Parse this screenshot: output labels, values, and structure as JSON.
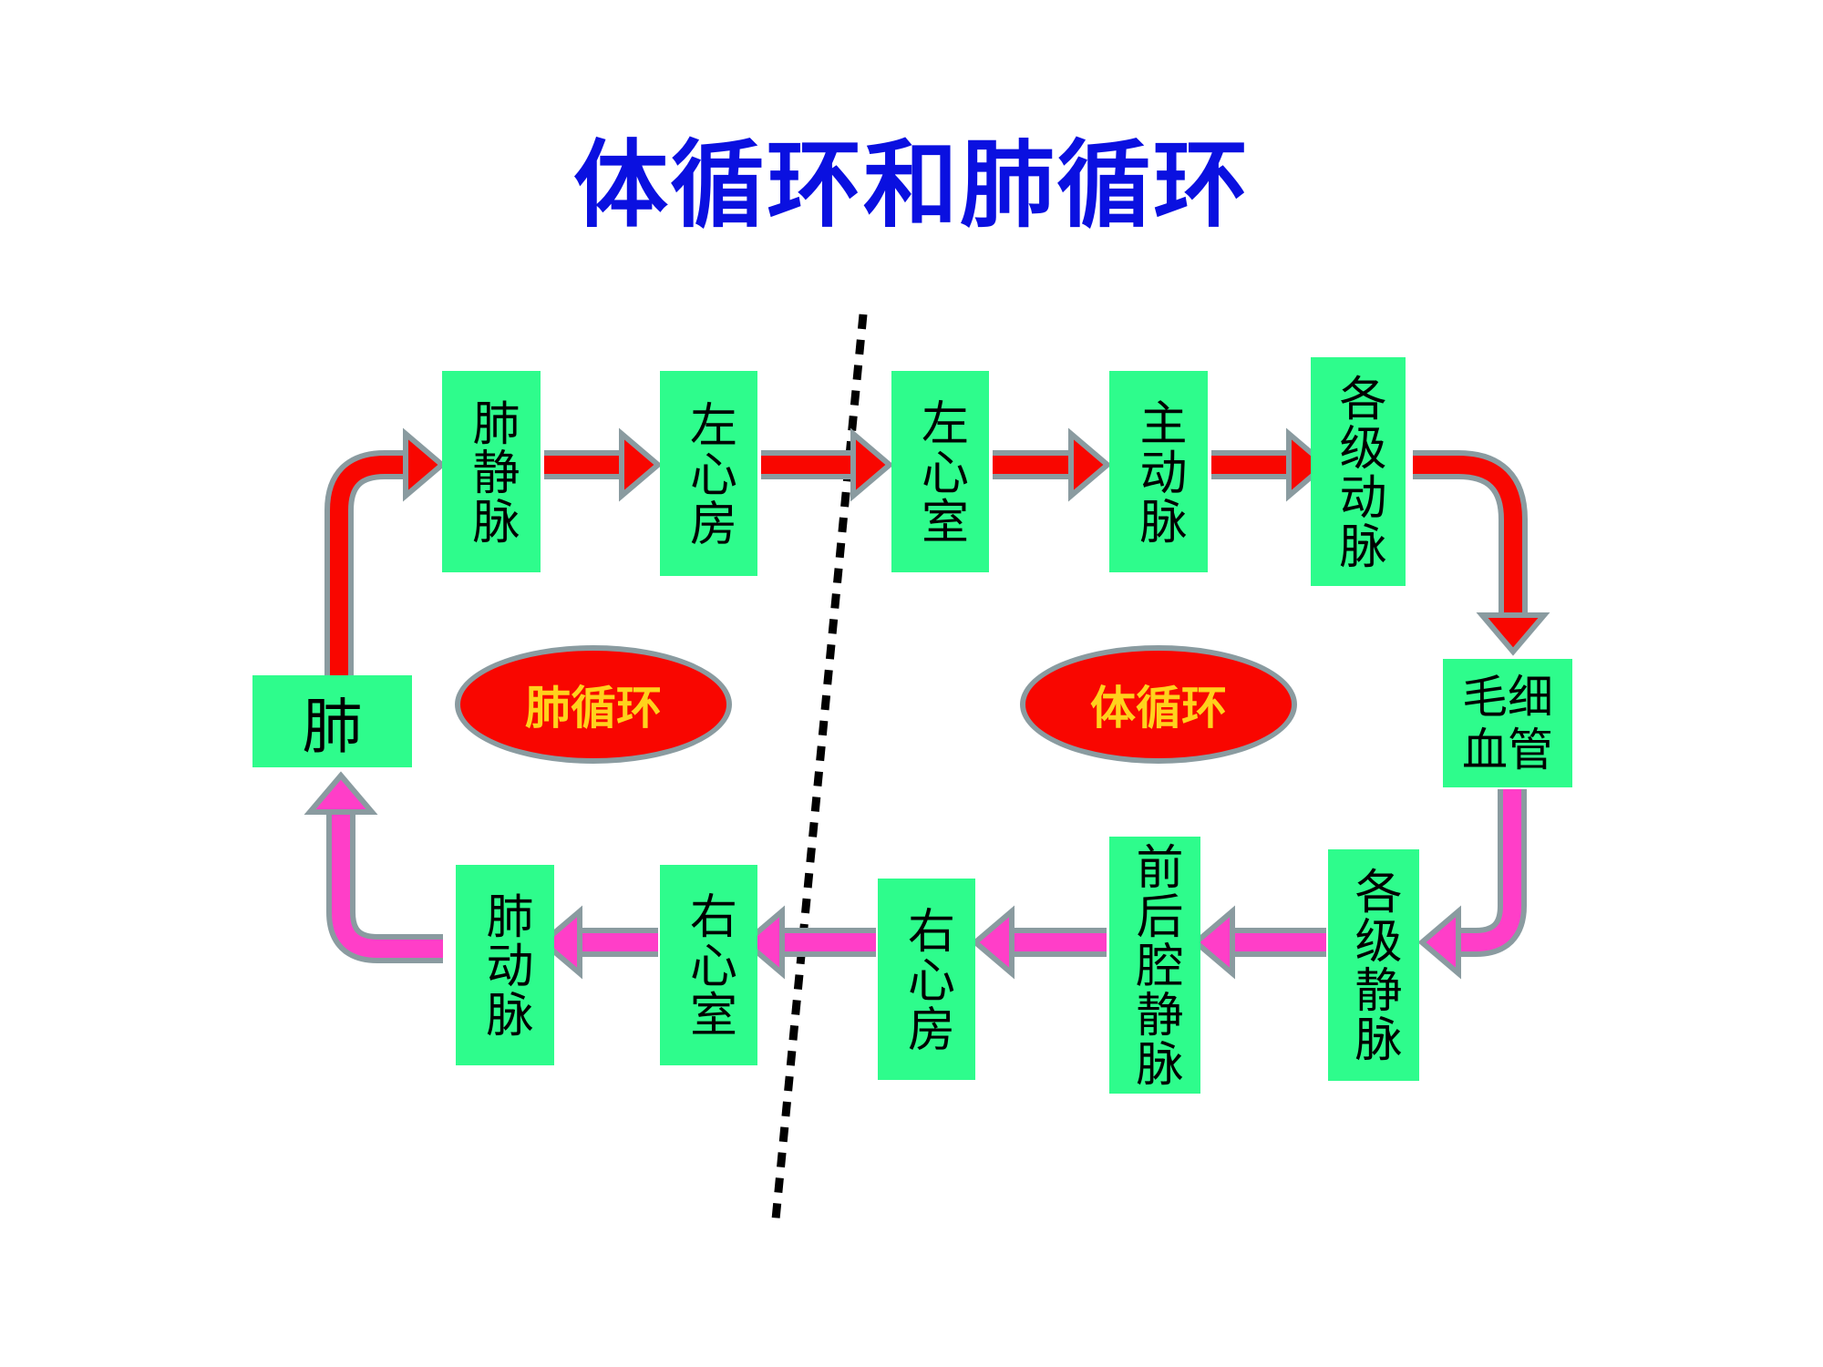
{
  "title": "体循环和肺循环",
  "colors": {
    "title": "#0a10e0",
    "box": "#2efc8c",
    "arteryArrow": "#f90600",
    "veinArrow": "#ff3ec8",
    "outline": "#8a9ba0",
    "ellipseText": "#ffd21c"
  },
  "nodes": {
    "pulmonary_vein": "肺静脉",
    "left_atrium": "左心房",
    "left_ventricle": "左心室",
    "aorta": "主动脉",
    "arteries": "各级动脉",
    "capillaries": "毛细血管",
    "lung": "肺",
    "pulmonary_artery": "肺动脉",
    "right_ventricle": "右心室",
    "right_atrium": "右心房",
    "vena_cava": "前后腔静脉",
    "veins": "各级静脉"
  },
  "labels": {
    "pulmonary_circulation": "肺循环",
    "systemic_circulation": "体循环"
  }
}
